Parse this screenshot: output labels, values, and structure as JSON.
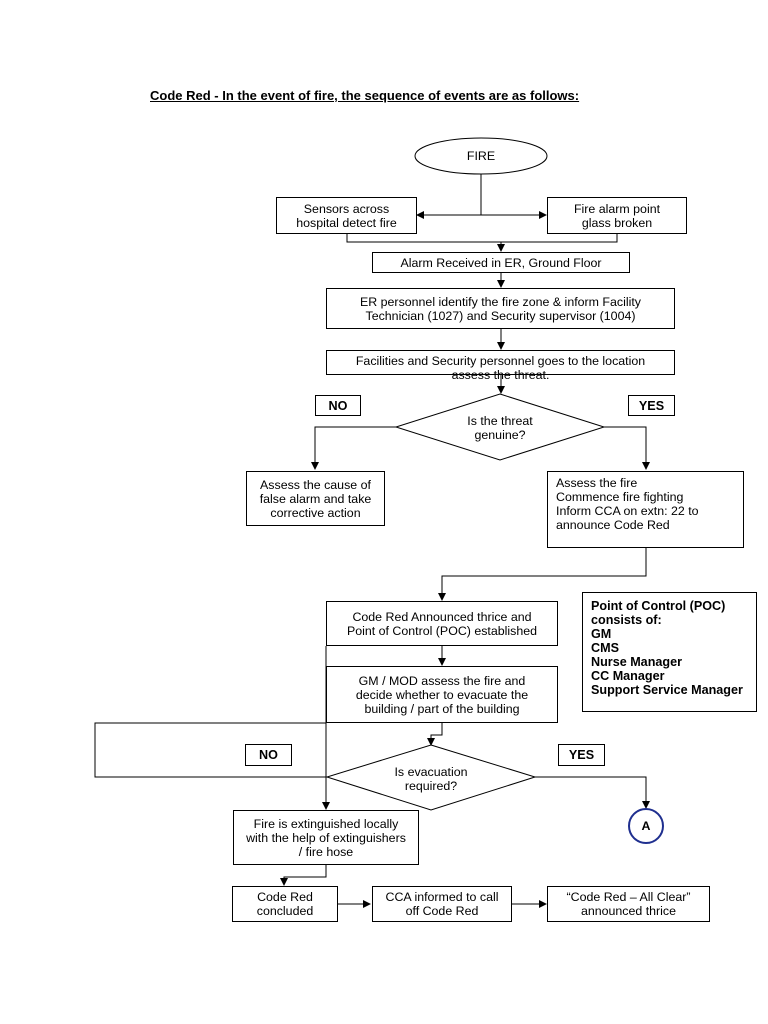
{
  "title": "Code Red - In the event of fire, the sequence of events are as follows:",
  "nodes": {
    "fire": "FIRE",
    "sensors": "Sensors across\nhospital detect fire",
    "fire_alarm_point": "Fire alarm point\nglass broken",
    "alarm_received": "Alarm Received in ER, Ground Floor",
    "er_personnel": "ER personnel identify the fire zone & inform Facility\nTechnician (1027) and Security supervisor (1004)",
    "facilities_security": "Facilities and Security personnel goes to the location\nassess the threat.",
    "threat_decision": "Is the threat\ngenuine?",
    "no_1": "NO",
    "yes_1": "YES",
    "false_alarm": "Assess the cause of\nfalse alarm and take\ncorrective action",
    "assess_fire": "Assess the fire\nCommence fire fighting\nInform CCA on extn: 22 to\nannounce Code Red",
    "code_red_announced": "Code Red Announced thrice and\nPoint of Control (POC) established",
    "gm_mod_assess": "GM / MOD assess the fire and\ndecide whether to evacuate the\nbuilding / part of the building",
    "evacuation_decision": "Is evacuation\nrequired?",
    "no_2": "NO",
    "yes_2": "YES",
    "connector_a": "A",
    "extinguished_locally": "Fire is extinguished locally\nwith the help of extinguishers\n/ fire hose",
    "code_red_concluded": "Code Red\nconcluded",
    "cca_informed": "CCA informed to call\noff Code Red",
    "all_clear": "“Code Red – All Clear”\nannounced thrice"
  },
  "poc_box": {
    "heading": "Point of Control (POC)\nconsists of:",
    "members": [
      "GM",
      "CMS",
      "Nurse Manager",
      "CC Manager",
      "Support Service Manager"
    ]
  },
  "colors": {
    "connector_a_border": "#1f2f8f"
  }
}
